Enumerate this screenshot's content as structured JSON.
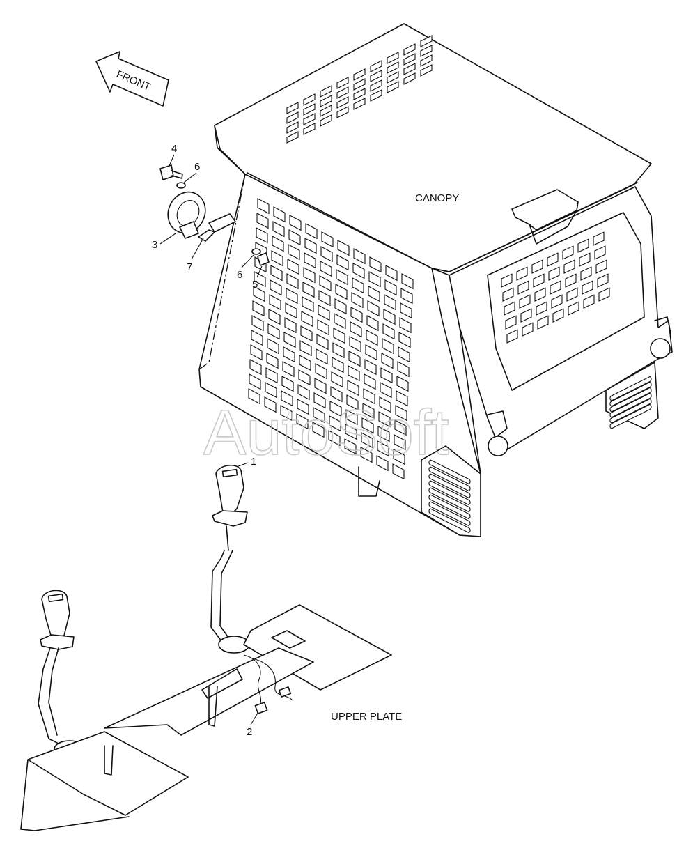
{
  "labels": {
    "front": "FRONT",
    "canopy": "CANOPY",
    "upper_plate": "UPPER PLATE",
    "watermark": "AutoSoft"
  },
  "callouts": [
    {
      "id": "1",
      "text": "1"
    },
    {
      "id": "2",
      "text": "2"
    },
    {
      "id": "3",
      "text": "3"
    },
    {
      "id": "4",
      "text": "4"
    },
    {
      "id": "5",
      "text": "5"
    },
    {
      "id": "6a",
      "text": "6"
    },
    {
      "id": "6b",
      "text": "6"
    },
    {
      "id": "7",
      "text": "7"
    }
  ]
}
